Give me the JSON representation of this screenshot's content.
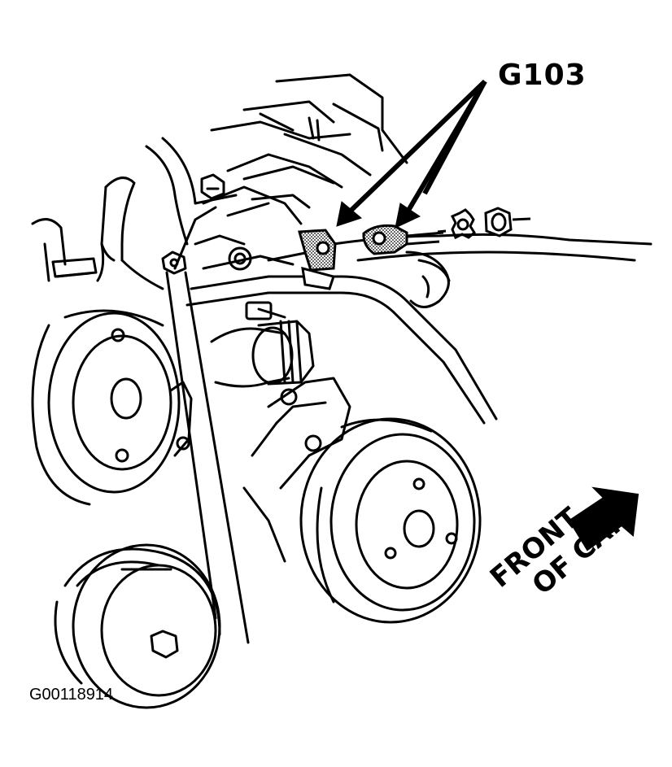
{
  "labels": {
    "ground_label": "G103",
    "image_id": "G00118914",
    "front_line1": "FRONT",
    "front_line2": "OF CAR"
  },
  "colors": {
    "ink": "#000000",
    "paper": "#ffffff"
  }
}
